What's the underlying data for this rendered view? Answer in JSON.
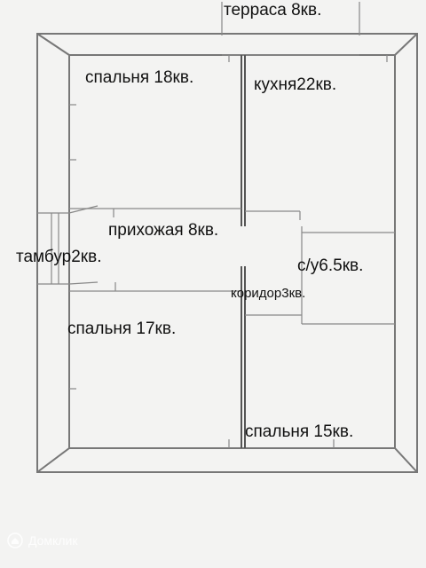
{
  "rooms": {
    "terrace": "терраса 8кв.",
    "bedroom_top": "спальня 18кв.",
    "kitchen": "кухня22кв.",
    "hallway": "прихожая 8кв.",
    "vestibule": "тамбур2кв.",
    "bathroom": "с/у6.5кв.",
    "corridor": "коридор3кв.",
    "bedroom_left": "спальня 17кв.",
    "bedroom_right": "спальня 15кв."
  },
  "watermark": {
    "brand": "Домклик",
    "logo_icon": "house-logo-icon"
  }
}
